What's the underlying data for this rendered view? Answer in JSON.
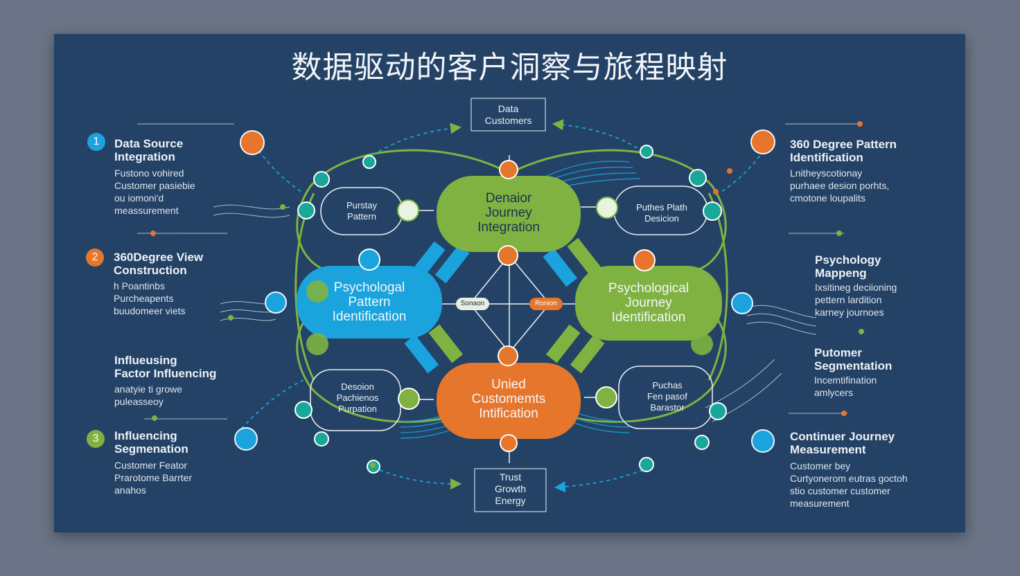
{
  "title": "数据驱动的客户洞察与旅程映射",
  "top_box": "Data\nCustomers",
  "bottom_box": "Trust\nGrowth\nEnergy",
  "center_nodes": {
    "top": "Denaior\nJourney\nIntegration",
    "left": "Psychologal\nPattern\nIdentification",
    "right": "Psychological\nJourney\nIdentification",
    "bottom": "Unied\nCustomemts\nIntification"
  },
  "small_nodes": {
    "top_left": "Purstay\nPattern",
    "top_right": "Puthes Plath\nDesicion",
    "bottom_left": "Desoion\nPachienos\nPurpation",
    "bottom_right": "Puchas\nFen pasof\nBarastor"
  },
  "chips": {
    "center_left": "Sonaon",
    "center_right": "Ronion"
  },
  "left_items": [
    {
      "number": "1",
      "heading": "Data Source\nIntegration",
      "body": "Fustono vohired\nCustomer pasiebie\nou iomoni'd\nmeassurement"
    },
    {
      "number": "2",
      "heading": "360Degree View\nConstruction",
      "body": "h Poantinbs\nPurcheapents\nbuudomeer viets"
    },
    {
      "number": "",
      "heading": "Influeusing\nFactor Influencing",
      "body": "anatyie ti growe\npuleasseoy"
    },
    {
      "number": "3",
      "heading": "Influencing\nSegmenation",
      "body": "Customer Feator\nPrarotome Barrter\nanahos"
    }
  ],
  "right_items": [
    {
      "heading": "360 Degree Pattern\nIdentification",
      "body": "Lnitheyscotionay\npurhaee desion porhts,\ncmotone loupalits"
    },
    {
      "heading": "Psychology\nMappeng",
      "body": "Ixsitineg deciioning\npettern lardition\nkarney journoes"
    },
    {
      "heading": "Putomer\nSegmentation",
      "body": "Incemtifination\namlycers"
    },
    {
      "heading": "Continuer Journey\nMeasurement",
      "body": "Customer bey\nCurtyonerom eutras goctoh\nstio customer customer\nmeasurement"
    }
  ],
  "colors": {
    "background": "#234266",
    "green": "#7fb241",
    "blue": "#1aa3dd",
    "orange": "#e5762c",
    "teal": "#19a79a",
    "title_text": "#f2f4f7"
  }
}
